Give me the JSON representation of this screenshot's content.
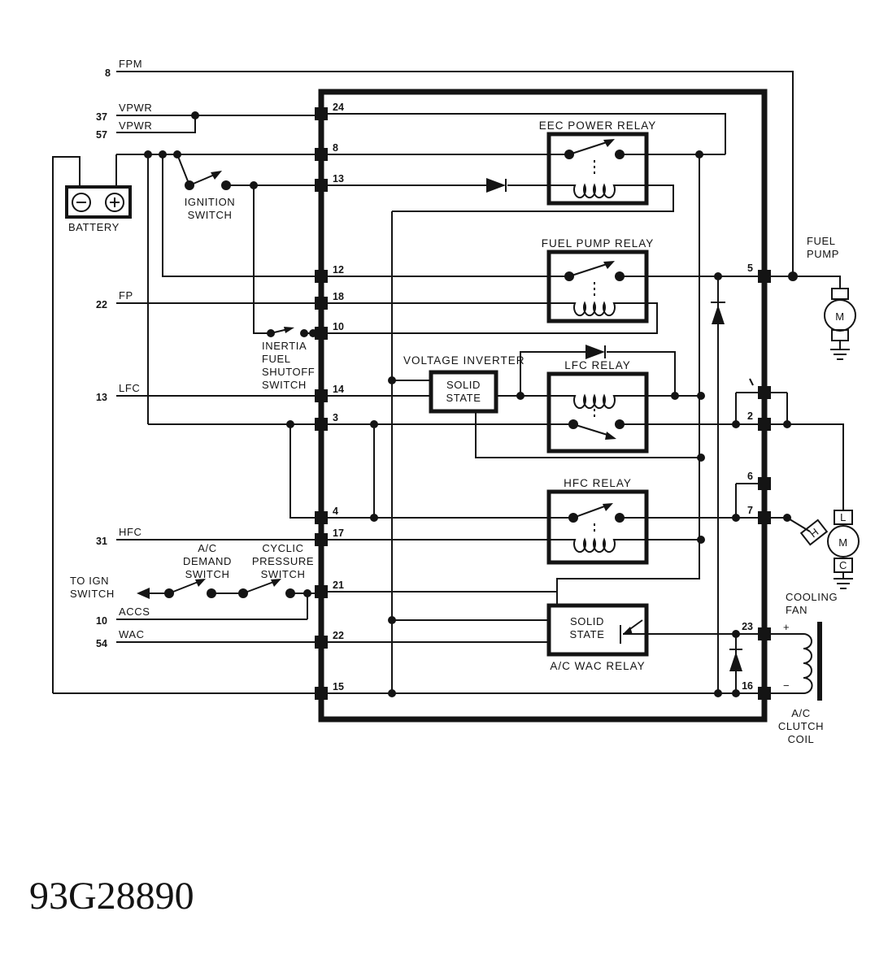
{
  "title_number": "93G28890",
  "colors": {
    "ink": "#141414",
    "paper": "#ffffff"
  },
  "eec": {
    "left_pins": [
      "24",
      "8",
      "13",
      "12",
      "18",
      "10",
      "14",
      "3",
      "4",
      "17",
      "21",
      "22",
      "15"
    ],
    "right_pins": [
      "5",
      "2",
      "6",
      "7",
      "23",
      "16"
    ]
  },
  "wire_labels": {
    "fpm": {
      "num": "8",
      "name": "FPM"
    },
    "vpwr_a": {
      "num": "37",
      "name": "VPWR"
    },
    "vpwr_b": {
      "num": "57",
      "name": "VPWR"
    },
    "fp": {
      "num": "22",
      "name": "FP"
    },
    "lfc": {
      "num": "13",
      "name": "LFC"
    },
    "hfc": {
      "num": "31",
      "name": "HFC"
    },
    "accs": {
      "num": "10",
      "name": "ACCS"
    },
    "wac": {
      "num": "54",
      "name": "WAC"
    },
    "to_ign": [
      "TO IGN",
      "SWITCH"
    ]
  },
  "components": {
    "battery": {
      "label": "BATTERY"
    },
    "ignition_switch": [
      "IGNITION",
      "SWITCH"
    ],
    "inertia_switch": [
      "INERTIA",
      "FUEL",
      "SHUTOFF",
      "SWITCH"
    ],
    "ac_demand_switch": [
      "A/C",
      "DEMAND",
      "SWITCH"
    ],
    "cyclic_pressure_switch": [
      "CYCLIC",
      "PRESSURE",
      "SWITCH"
    ],
    "eec_power_relay": "EEC POWER RELAY",
    "fuel_pump_relay": "FUEL PUMP RELAY",
    "lfc_relay": "LFC RELAY",
    "hfc_relay": "HFC RELAY",
    "voltage_inverter": {
      "title": "VOLTAGE INVERTER",
      "line1": "SOLID",
      "line2": "STATE"
    },
    "ac_wac_relay": {
      "line1": "SOLID",
      "line2": "STATE",
      "label": "A/C WAC RELAY"
    },
    "fuel_pump": {
      "line1": "FUEL",
      "line2": "PUMP",
      "motor": "M"
    },
    "cooling_fan": {
      "line1": "COOLING",
      "line2": "FAN",
      "motor": "M",
      "high": "H",
      "low": "L",
      "common": "C"
    },
    "ac_clutch_coil": {
      "line1": "A/C",
      "line2": "CLUTCH",
      "line3": "COIL",
      "plus": "+",
      "minus": "−"
    }
  }
}
